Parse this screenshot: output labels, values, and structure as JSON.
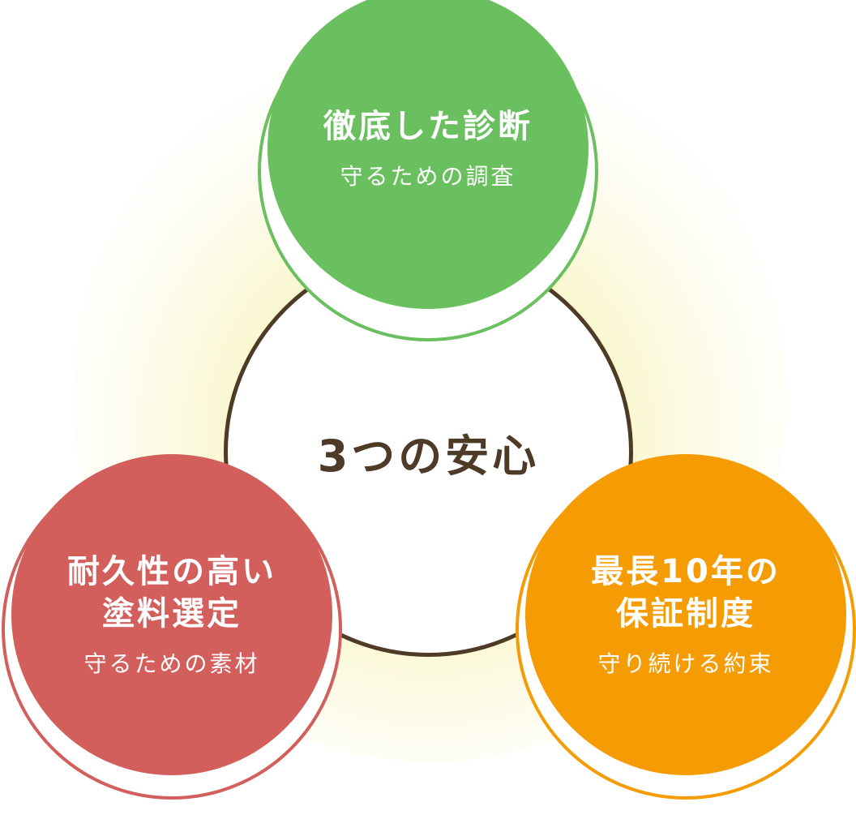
{
  "center": {
    "label": "3つの安心",
    "border_color": "#4d3a27"
  },
  "nodes": [
    {
      "title": "徹底した診断",
      "subtitle": "守るための調査",
      "color": "#6abf5e"
    },
    {
      "title": "耐久性の高い\n塗料選定",
      "subtitle": "守るための素材",
      "color": "#d25f5c"
    },
    {
      "title": "最長10年の\n保証制度",
      "subtitle": "守り続ける約束",
      "color": "#f59c05"
    }
  ]
}
